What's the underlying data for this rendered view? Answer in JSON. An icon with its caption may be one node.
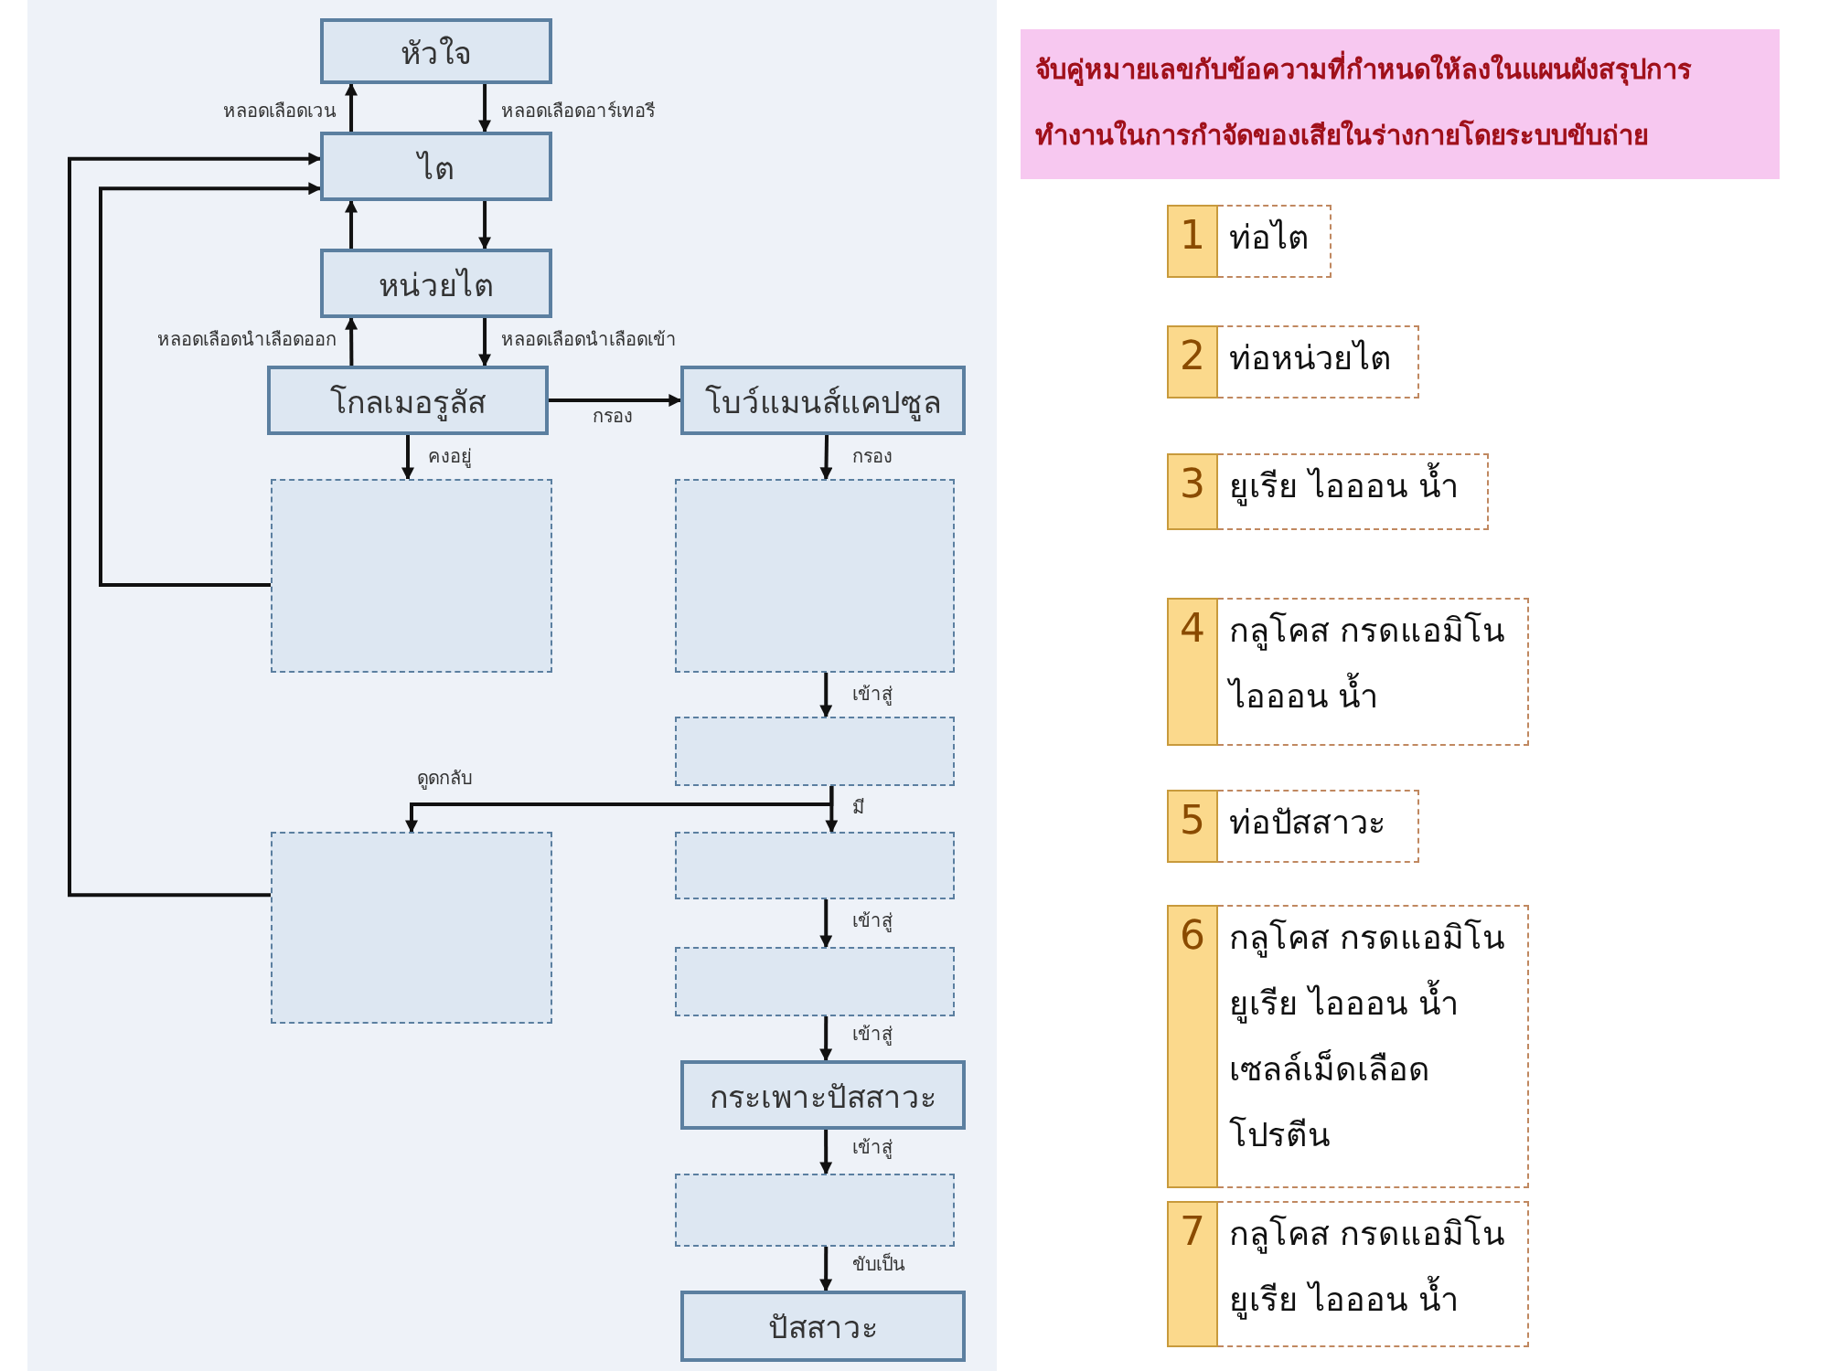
{
  "diagram": {
    "title": "จับคู่หมายเลขกับข้อความที่กำหนดให้ลงในแผนผังสรุปการทำงานในการกำจัดของเสียในร่างกายโดยระบบขับถ่าย",
    "nodes": [
      {
        "text": [
          "หัวใจ"
        ]
      },
      {
        "text": [
          "ไต"
        ]
      },
      {
        "text": [
          "หน่วยไต"
        ]
      },
      {
        "text": [
          "โกลเมอรูลัส"
        ]
      },
      {
        "text": [
          "โบว์แมนส์แคปซูล"
        ]
      },
      {
        "text": [],
        "shape": "box"
      },
      {
        "text": [],
        "shape": "box"
      },
      {
        "text": [],
        "shape": "box"
      },
      {
        "text": [],
        "shape": "box"
      },
      {
        "text": [],
        "shape": "box"
      },
      {
        "text": [],
        "shape": "box"
      },
      {
        "text": [
          "กระเพาะปัสสาวะ"
        ]
      },
      {
        "text": [],
        "shape": "box"
      },
      {
        "text": [
          "ปัสสาวะ"
        ]
      },
      {
        "text": [
          "1",
          "ท่อไต"
        ]
      },
      {
        "text": [
          "2",
          "ท่อหน่วยไต"
        ]
      },
      {
        "text": [
          "3",
          "ยูเรีย ไอออน น้ำ"
        ]
      },
      {
        "text": [
          "4",
          "กลูโคส กรดแอมิโน ไอออน น้ำ"
        ]
      },
      {
        "text": [
          "5",
          "ท่อปัสสาวะ"
        ]
      },
      {
        "text": [
          "6",
          "กลูโคส กรดแอมิโน ยูเรีย ไอออน น้ำ เซลล์เม็ดเลือด โปรตีน"
        ]
      },
      {
        "text": [
          "7",
          "กลูโคส กรดแอมิโน ยูเรีย ไอออน น้ำ"
        ]
      }
    ],
    "edges": [
      {
        "from": 1,
        "to": 0,
        "arrow": "to",
        "label": "หลอดเลือดเวน"
      },
      {
        "from": 0,
        "to": 1,
        "arrow": "to",
        "label": "หลอดเลือดอาร์เทอรี"
      },
      {
        "from": 2,
        "to": 1,
        "arrow": "to"
      },
      {
        "from": 1,
        "to": 2,
        "arrow": "to"
      },
      {
        "from": 3,
        "to": 2,
        "arrow": "to",
        "label": "หลอดเลือดนำเลือดออก"
      },
      {
        "from": 2,
        "to": 3,
        "arrow": "to",
        "label": "หลอดเลือดนำเลือดเข้า"
      },
      {
        "from": 3,
        "to": 4,
        "arrow": "to",
        "label": "กรอง"
      },
      {
        "from": 3,
        "to": 5,
        "arrow": "to",
        "label": "คงอยู่"
      },
      {
        "from": 4,
        "to": 6,
        "arrow": "to",
        "label": "กรอง"
      },
      {
        "from": 5,
        "to": 1,
        "arrow": "to"
      },
      {
        "from": 8,
        "to": 1,
        "arrow": "to"
      },
      {
        "from": 6,
        "to": 7,
        "arrow": "to",
        "label": "เข้าสู่"
      },
      {
        "from": 7,
        "to": 8,
        "arrow": "to",
        "label": "ดูดกลับ"
      },
      {
        "from": 7,
        "to": 9,
        "arrow": "to",
        "label": "มี"
      },
      {
        "from": 9,
        "to": 10,
        "arrow": "to",
        "label": "เข้าสู่"
      },
      {
        "from": 10,
        "to": 11,
        "arrow": "to",
        "label": "เข้าสู่"
      },
      {
        "from": 11,
        "to": 12,
        "arrow": "to",
        "label": "เข้าสู่"
      },
      {
        "from": 12,
        "to": 13,
        "arrow": "to",
        "label": "ขับเป็น"
      }
    ]
  }
}
